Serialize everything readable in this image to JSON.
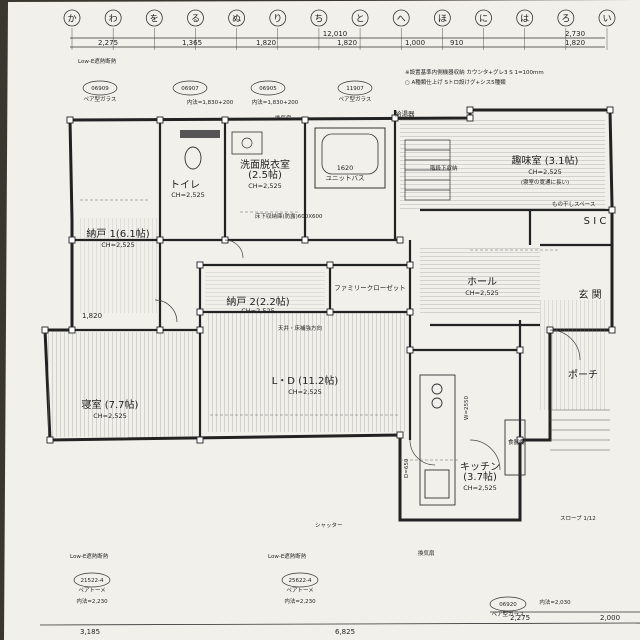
{
  "grid_letters": [
    "か",
    "わ",
    "を",
    "る",
    "ぬ",
    "り",
    "ち",
    "と",
    "へ",
    "ほ",
    "に",
    "は",
    "ろ",
    "い"
  ],
  "dims_top_total": "12,010",
  "dims_top": [
    "2,275",
    "1,365",
    "1,820",
    "1,820",
    "1,000",
    "910",
    "1,820"
  ],
  "dims_top_right": "2,730",
  "dims_bottom": [
    "3,185",
    "6,825",
    "2,275",
    "2,000"
  ],
  "dims_left": [
    "1,820"
  ],
  "rooms": {
    "toilet": {
      "name": "トイレ",
      "ch": "CH=2,525"
    },
    "washroom": {
      "name": "洗面脱衣室",
      "size": "(2.5帖)",
      "ch": "CH=2,525"
    },
    "bath": {
      "name": "1620",
      "sub": "ユニットバス"
    },
    "storage1": {
      "name": "納戸 1(6.1帖)",
      "ch": "CH=2,525"
    },
    "storage2": {
      "name": "納戸 2(2.2帖)",
      "ch": "CH=2,525"
    },
    "family_closet": {
      "name": "ファミリークローゼット"
    },
    "hall": {
      "name": "ホール",
      "ch": "CH=2,525"
    },
    "hobby": {
      "name": "趣味室 (3.1帖)",
      "ch": "CH=2,525",
      "note": "(寝室の寛通に長い)"
    },
    "sic": {
      "name": "S I C"
    },
    "entrance": {
      "name": "玄 関"
    },
    "porch": {
      "name": "ポーチ"
    },
    "bedroom": {
      "name": "寝室 (7.7帖)",
      "ch": "CH=2,525"
    },
    "ld": {
      "name": "L・D (11.2帖)",
      "ch": "CH=2,525"
    },
    "kitchen": {
      "name": "キッチン",
      "size": "(3.7帖)",
      "ch": "CH=2,525"
    }
  },
  "labels": {
    "hallway_store": "階段下収納",
    "shoe_store": "もの干しスペース",
    "pantry": "食器棚",
    "slope": "スロープ 1/12",
    "exhaust": "換気扇",
    "exhaust2": "換気扇",
    "shutter": "シャッター",
    "ceiling_store": "天井・床補強方向",
    "floor_store": "床下収納庫(防露)600X600",
    "ih": "D=650",
    "range": "W=2550",
    "bay": "給湯器",
    "low_e_top": "Low-E遮熱断熱",
    "low_e_bl": "Low-E遮熱断熱",
    "low_e_bm": "Low-E遮熱断熱"
  },
  "windows_top": [
    {
      "code": "06909",
      "note": "ペア型ガラス"
    },
    {
      "code": "06907",
      "note": "内法=1,830+200"
    },
    {
      "code": "06905",
      "note": "内法=1,830+200"
    },
    {
      "code": "11907",
      "note": "ペア型ガラス"
    }
  ],
  "windows_bottom": [
    {
      "code": "21522-4",
      "note": "ペアトーメ",
      "h": "内法=2,230"
    },
    {
      "code": "25622-4",
      "note": "ペアトーメ",
      "h": "内法=2,230"
    },
    {
      "code": "06920",
      "note": "ペア型ガラス",
      "h": "内法=2,030"
    }
  ],
  "notes_top": [
    "※設置基準内側機器収納 カウンタ+グレ3 S 1=100mm",
    "○ A種類仕上げ Sトロ設けグ+シス5種類"
  ]
}
